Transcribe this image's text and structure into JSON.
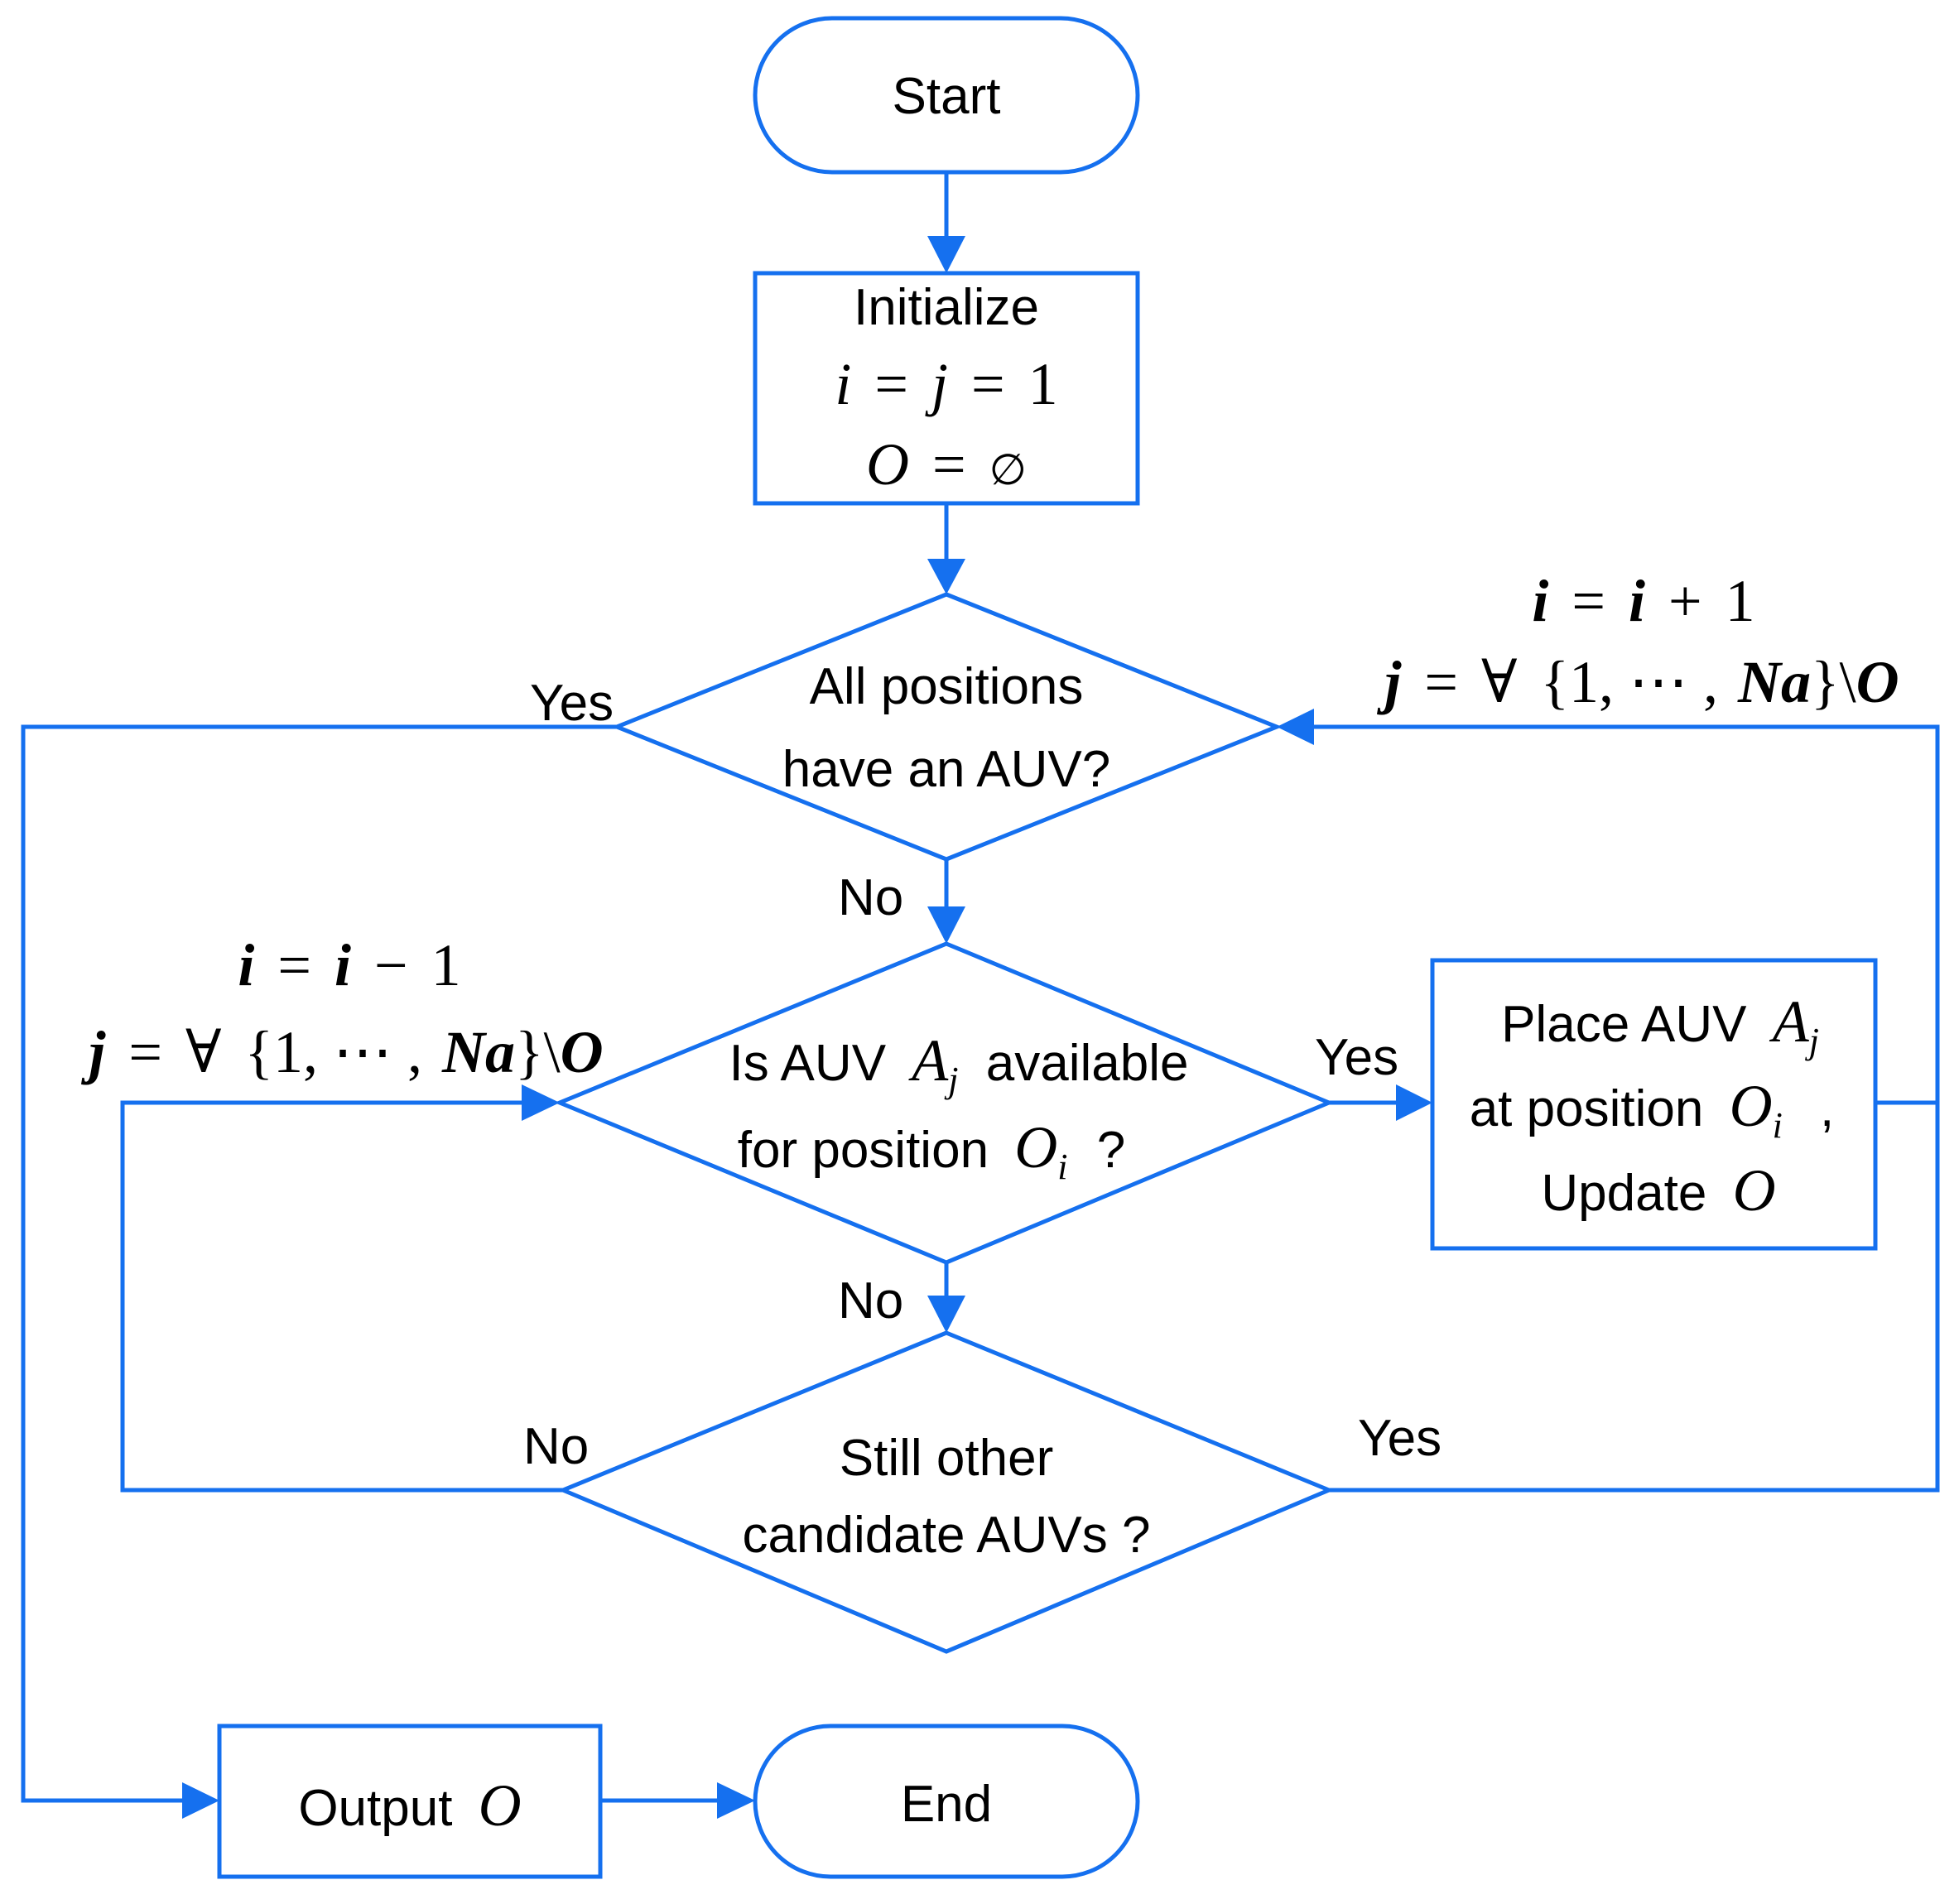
{
  "nodes": {
    "start": "Start",
    "init": {
      "title": "Initialize",
      "eq1": {
        "i": "i",
        "eq": "=",
        "j": "j",
        "eq2": "=",
        "one": "1"
      },
      "eq2": {
        "O": "O",
        "eq": "=",
        "empty": "∅"
      }
    },
    "decision1": {
      "line1": "All positions",
      "line2": "have an AUV?"
    },
    "decision2": {
      "pre": "Is AUV",
      "A": "A",
      "A_sub": "j",
      "post": "available",
      "line2_pre": "for position",
      "O": "O",
      "O_sub": "i",
      "q": "?"
    },
    "place": {
      "line1_pre": "Place AUV",
      "A": "A",
      "A_sub": "j",
      "line2_pre": "at position",
      "O": "O",
      "O_sub": "i",
      "comma": ",",
      "line3_pre": "Update",
      "O3": "O"
    },
    "decision3": {
      "line1": "Still other",
      "line2": "candidate AUVs ?"
    },
    "output": {
      "pre": "Output",
      "O": "O"
    },
    "end": "End"
  },
  "edge_labels": {
    "d1_yes": "Yes",
    "d1_no": "No",
    "d2_yes": "Yes",
    "d2_no": "No",
    "d3_no": "No",
    "d3_yes": "Yes"
  },
  "annotations": {
    "increment": {
      "i": "i",
      "eq": "=",
      "i2": "i",
      "op": "+",
      "one": "1",
      "j": "j",
      "eq2": "=",
      "forall": "∀",
      "set_open": "{1, ⋯ ,",
      "Na": "Na",
      "set_close": "}\\",
      "O": "O"
    },
    "decrement": {
      "i": "i",
      "eq": "=",
      "i2": "i",
      "op": "−",
      "one": "1",
      "j": "j",
      "eq2": "=",
      "forall": "∀",
      "set_open": "{1, ⋯ ,",
      "Na": "Na",
      "set_close": "}\\",
      "O": "O"
    }
  },
  "colors": {
    "stroke": "#1570ef",
    "text": "#000000",
    "background": "#ffffff"
  }
}
